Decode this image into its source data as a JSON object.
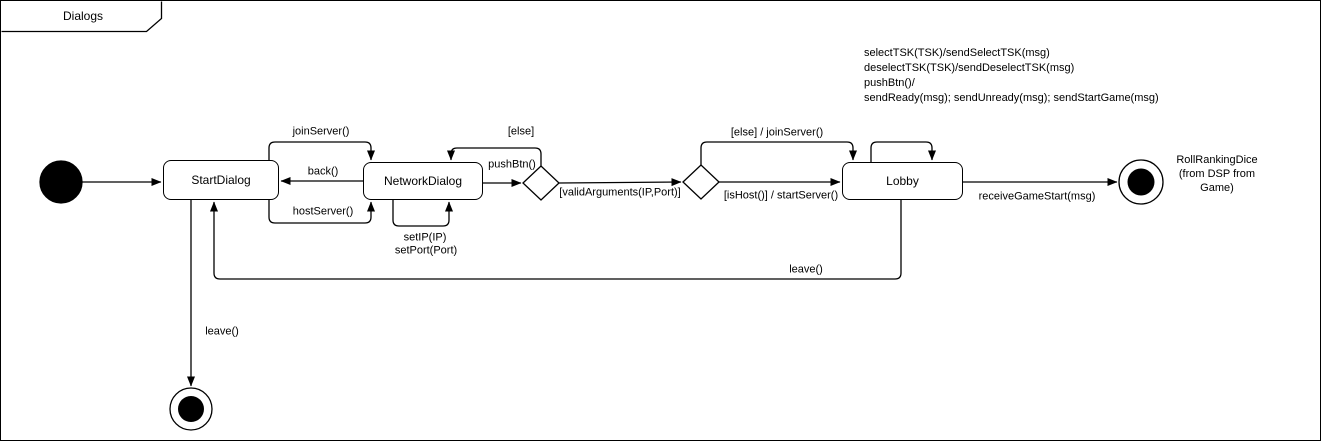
{
  "frame": {
    "title": "Dialogs"
  },
  "states": {
    "startDialog": {
      "label": "StartDialog"
    },
    "networkDialog": {
      "label": "NetworkDialog"
    },
    "lobby": {
      "label": "Lobby"
    }
  },
  "transitions": {
    "joinServer": "joinServer()",
    "back": "back()",
    "hostServer": "hostServer()",
    "elseToNetwork": "[else]",
    "pushBtn": "pushBtn()",
    "setIP": "setIP(IP)",
    "setPort": "setPort(Port)",
    "validArguments": "[validArguments(IP,Port)]",
    "elseJoinServer": "[else] / joinServer()",
    "isHostStartServer": "[isHost()] / startServer()",
    "receiveGameStart": "receiveGameStart(msg)",
    "leaveToStart": "leave()",
    "leaveToFinal": "leave()"
  },
  "lobbyActions": {
    "line1": "selectTSK(TSK)/sendSelectTSK(msg)",
    "line2": "deselectTSK(TSK)/sendDeselectTSK(msg)",
    "line3": "pushBtn()/",
    "line4": "sendReady(msg); sendUnready(msg); sendStartGame(msg)"
  },
  "finalStateNote": {
    "line1": "RollRankingDice",
    "line2": "(from DSP from",
    "line3": "Game)"
  },
  "colors": {
    "stroke": "#000000",
    "background": "#ffffff"
  }
}
